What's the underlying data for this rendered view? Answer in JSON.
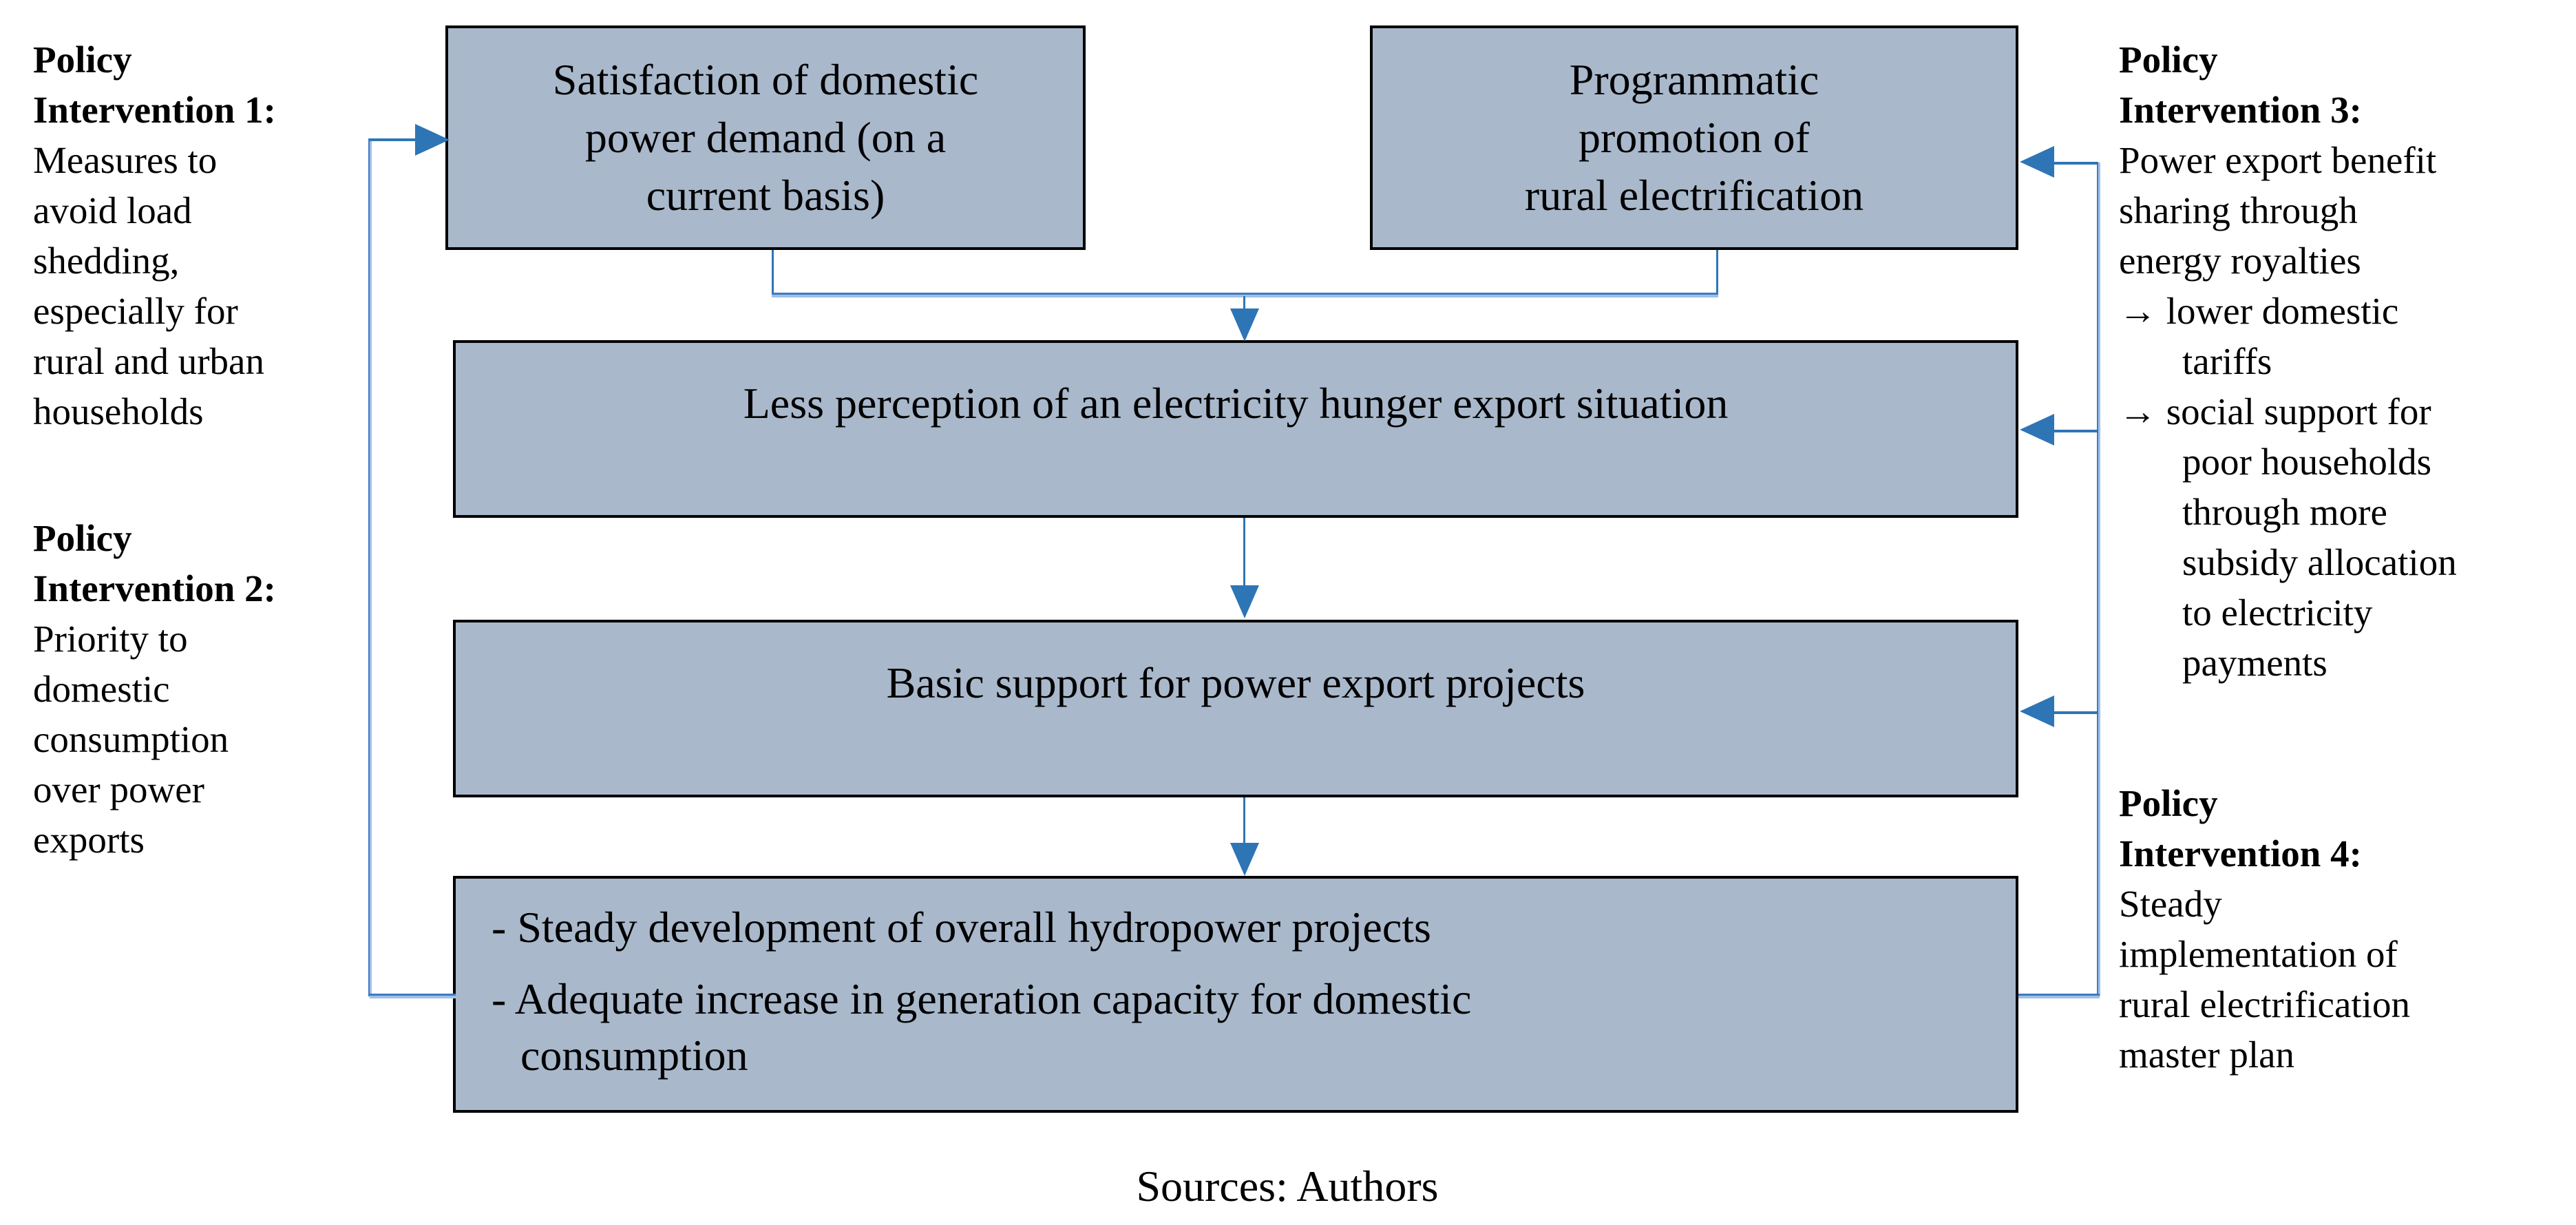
{
  "palette": {
    "box_fill": "#a9b8cb",
    "box_border": "#000000",
    "arrow_dark_blue": "#2e75b6",
    "line_light_blue": "#9fc0e8",
    "line_medium_blue": "#3f79c2",
    "text": "#000000"
  },
  "left": {
    "pi1": {
      "title1": "Policy",
      "title2": "Intervention 1:",
      "lines": [
        "Measures to",
        "avoid load",
        "shedding,",
        "especially for",
        "rural and urban",
        "households"
      ]
    },
    "pi2": {
      "title1": "Policy",
      "title2": "Intervention 2:",
      "lines": [
        "Priority to",
        "domestic",
        "consumption",
        "over power",
        "exports"
      ]
    }
  },
  "right": {
    "pi3": {
      "title1": "Policy",
      "title2": "Intervention 3:",
      "lines": [
        "Power export benefit",
        "sharing through",
        "energy royalties",
        "→ lower domestic",
        "tariffs",
        "→ social support for",
        "poor households",
        "through more",
        "subsidy allocation",
        "to electricity",
        "payments"
      ]
    },
    "pi4": {
      "title1": "Policy",
      "title2": "Intervention 4:",
      "lines": [
        "Steady",
        "implementation of",
        "rural electrification",
        "master plan"
      ]
    }
  },
  "boxes": {
    "satisfaction": {
      "line1": "Satisfaction of domestic",
      "line2": "power demand (on a",
      "line3": "current basis)"
    },
    "programmatic": {
      "line1": "Programmatic",
      "line2": "promotion of",
      "line3": "rural electrification"
    },
    "less_perception": {
      "text": "Less perception of an electricity hunger export situation"
    },
    "basic_support": {
      "text": "Basic support for power export projects"
    },
    "steady": {
      "bullet1": "- Steady development of overall hydropower projects",
      "bullet2": "- Adequate increase in generation capacity for domestic",
      "bullet2_cont": "consumption"
    }
  },
  "caption": "Sources: Authors"
}
